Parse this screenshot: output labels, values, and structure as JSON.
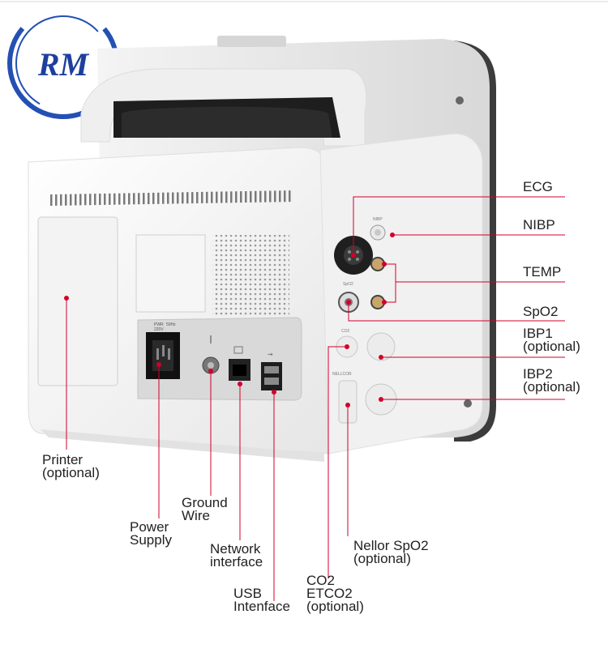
{
  "logo": {
    "text": "RM"
  },
  "labels": {
    "ecg": "ECG",
    "nibp": "NIBP",
    "temp": "TEMP",
    "spo2": "SpO2",
    "ibp1": [
      "IBP1",
      "(optional)"
    ],
    "ibp2": [
      "IBP2",
      "(optional)"
    ],
    "printer": [
      "Printer",
      "(optional)"
    ],
    "ground": [
      "Ground",
      "Wire"
    ],
    "power": [
      "Power",
      "Supply"
    ],
    "network": [
      "Network",
      "interface"
    ],
    "usb": [
      "USB",
      "Intenface"
    ],
    "co2": [
      "CO2",
      "ETCO2",
      "(optional)"
    ],
    "nellor": [
      "Nellor SpO2",
      "(optional)"
    ]
  },
  "device": {
    "power_rating": [
      "PWR",
      "220V",
      "50Hz"
    ],
    "port_labels": {
      "spo2": "SpO2",
      "co2": "CO2",
      "nibp": "NIBP",
      "nellor": "NELLCOR"
    }
  },
  "colors": {
    "accent": "#d2002a",
    "logo_blue": "#1d3f9e",
    "logo_ring": "#2450b3",
    "panel": "#f2f2f2"
  }
}
